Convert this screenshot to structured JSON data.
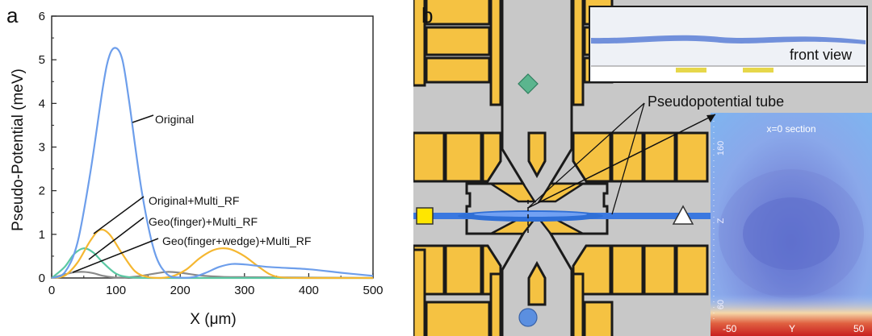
{
  "panels": {
    "a": {
      "label": "a"
    },
    "b": {
      "label": "b"
    }
  },
  "chart_data": {
    "type": "line",
    "xlabel": "X (μm)",
    "ylabel": "Pseudo-Potential (meV)",
    "xlim": [
      0,
      500
    ],
    "ylim": [
      0,
      6
    ],
    "xticks": [
      0,
      100,
      200,
      300,
      400,
      500
    ],
    "yticks": [
      0,
      1,
      2,
      3,
      4,
      5,
      6
    ],
    "grid": false,
    "series": [
      {
        "name": "Original",
        "color": "#6d9eeb",
        "x": [
          0,
          20,
          40,
          60,
          80,
          90,
          100,
          110,
          120,
          140,
          160,
          180,
          200,
          220,
          240,
          260,
          280,
          300,
          340,
          400,
          450,
          500
        ],
        "y": [
          0,
          0.12,
          0.8,
          2.4,
          4.4,
          5.1,
          5.27,
          5.0,
          4.1,
          2.0,
          0.6,
          0.08,
          0.01,
          0.02,
          0.12,
          0.25,
          0.32,
          0.31,
          0.25,
          0.2,
          0.12,
          0.05
        ]
      },
      {
        "name": "Original+Multi_RF",
        "color": "#f5b731",
        "x": [
          0,
          20,
          40,
          60,
          75,
          90,
          110,
          130,
          150,
          170,
          190,
          210,
          230,
          250,
          265,
          280,
          300,
          320,
          340,
          360,
          400,
          500
        ],
        "y": [
          0,
          0.05,
          0.35,
          0.85,
          1.1,
          1.0,
          0.55,
          0.15,
          0.02,
          0.0,
          0.05,
          0.2,
          0.45,
          0.63,
          0.68,
          0.65,
          0.5,
          0.28,
          0.08,
          0.01,
          0.0,
          0.0
        ]
      },
      {
        "name": "Geo(finger)+Multi_RF",
        "color": "#5bc8a3",
        "x": [
          0,
          20,
          35,
          50,
          65,
          80,
          100,
          120,
          150,
          200,
          300,
          500
        ],
        "y": [
          0,
          0.25,
          0.55,
          0.68,
          0.58,
          0.35,
          0.1,
          0.02,
          0.0,
          0.0,
          0.0,
          0.0
        ]
      },
      {
        "name": "Geo(finger+wedge)+Multi_RF",
        "color": "#8a8a8a",
        "x": [
          0,
          20,
          35,
          50,
          65,
          80,
          100,
          130,
          160,
          180,
          200,
          230,
          260,
          300,
          500
        ],
        "y": [
          0,
          0.08,
          0.13,
          0.14,
          0.11,
          0.05,
          0.01,
          0.03,
          0.1,
          0.14,
          0.12,
          0.06,
          0.03,
          0.02,
          0.0
        ]
      }
    ],
    "annotations": [
      {
        "text": "Original",
        "series": 0
      },
      {
        "text": "Original+Multi_RF",
        "series": 1
      },
      {
        "text": "Geo(finger)+Multi_RF",
        "series": 2
      },
      {
        "text": "Geo(finger+wedge)+Multi_RF",
        "series": 3
      }
    ]
  },
  "diagram": {
    "colors": {
      "electrode": "#f5c242",
      "gap": "#1a1a1a",
      "substrate": "#c8c8c8",
      "tube": "#2f6fd6",
      "diamond": "#5bb58e",
      "circle": "#5b8fe0",
      "square": "#ffe600"
    },
    "inset_front": {
      "label": "front view"
    },
    "inset_section": {
      "title": "x=0 section",
      "z_ticks": [
        "160",
        "Z",
        "60"
      ],
      "y_ticks": [
        "-50",
        "Y",
        "50"
      ]
    },
    "callout": {
      "label": "Pseudopotential tube"
    }
  }
}
